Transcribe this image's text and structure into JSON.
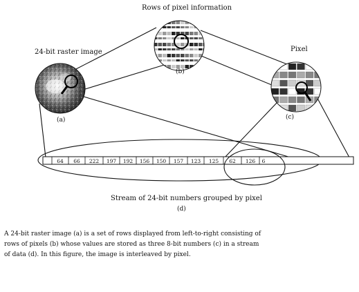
{
  "labels": {
    "rows_title": "Rows of pixel information",
    "raster_title": "24-bit raster image",
    "pixel_title": "Pixel",
    "label_a": "(a)",
    "label_b": "(b)",
    "label_c": "(c)",
    "label_d": "(d)",
    "stream_title": "Stream of 24-bit numbers grouped by pixel"
  },
  "stream_values": [
    "64",
    "66",
    "222",
    "197",
    "192",
    "156",
    "150",
    "157",
    "123",
    "125",
    "62",
    "126",
    "6"
  ],
  "caption_lines": [
    "A 24-bit raster image (a) is a set of rows displayed from left-to-right consisting of",
    "rows of pixels (b) whose values are stored as three 8-bit numbers (c) in a stream",
    "of data (d). In this figure, the image is interleaved by pixel."
  ]
}
